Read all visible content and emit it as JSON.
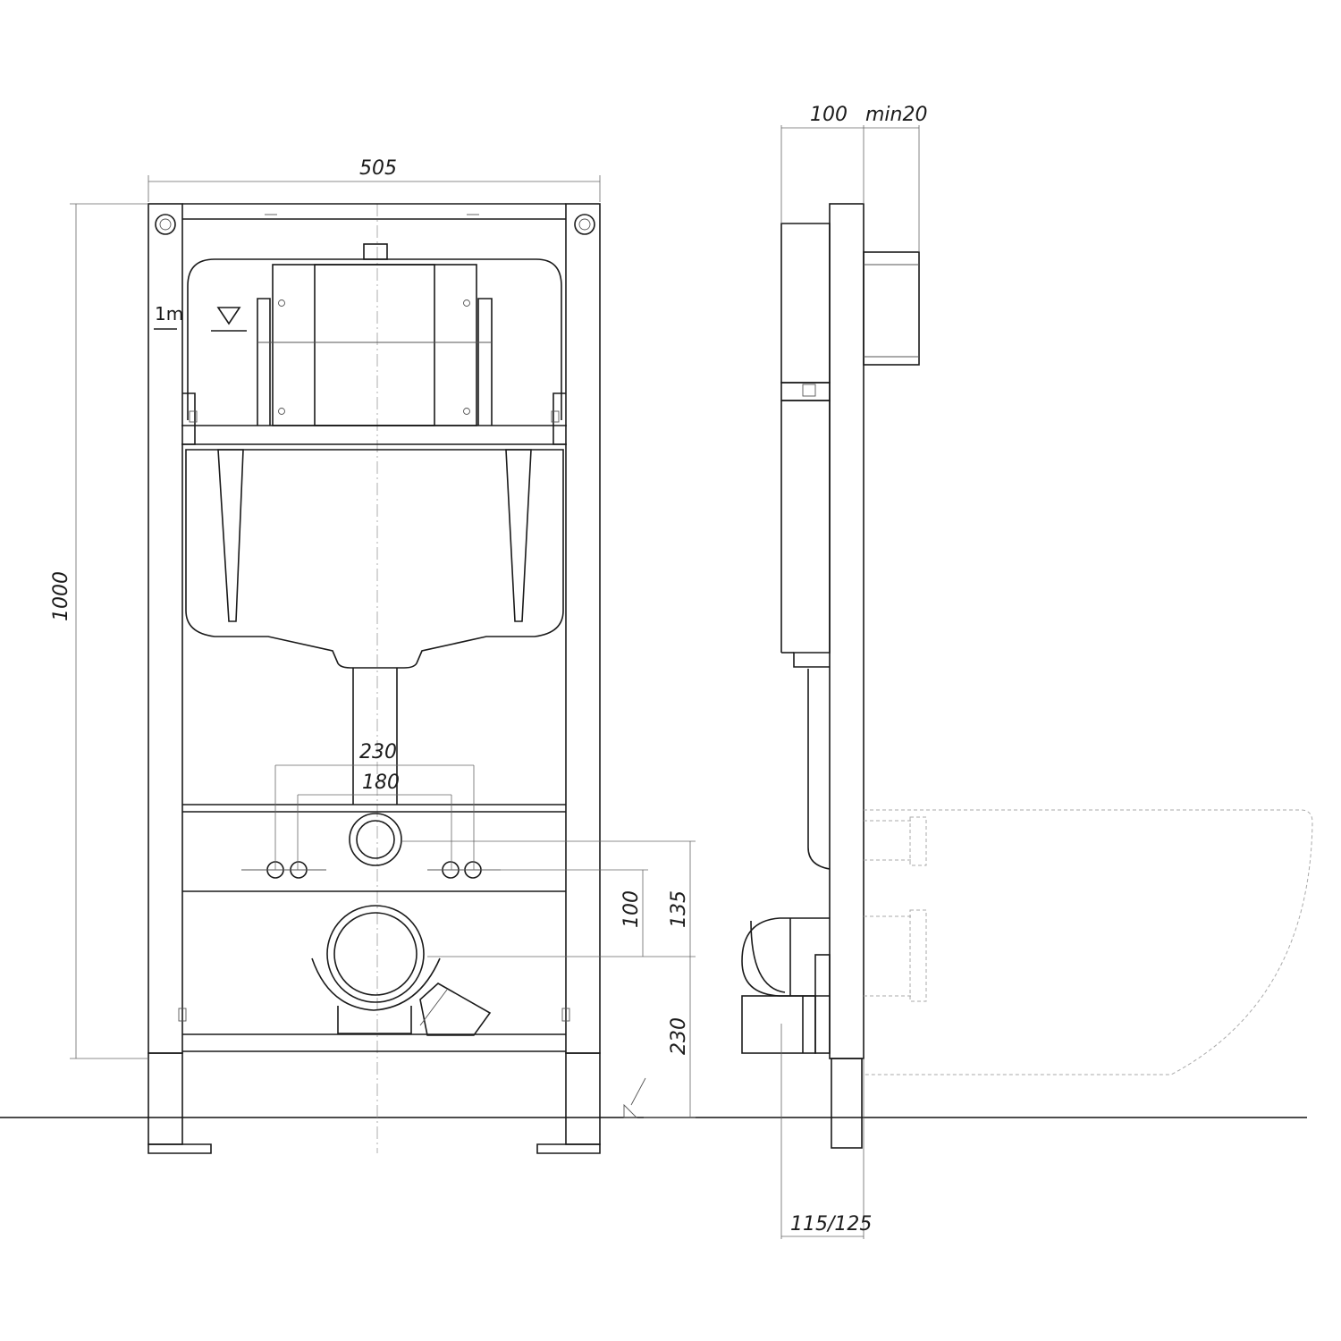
{
  "dimensions": {
    "frame_width": "505",
    "frame_height": "1000",
    "fixing_spacing_outer": "230",
    "fixing_spacing_inner": "180",
    "flush_pipe_offset": "100",
    "outlet_offset": "135",
    "outlet_height": "230",
    "frame_depth": "100",
    "finish_thickness": "min20",
    "wall_offset": "115/125"
  },
  "marks": {
    "water_level_mark": "1m"
  }
}
